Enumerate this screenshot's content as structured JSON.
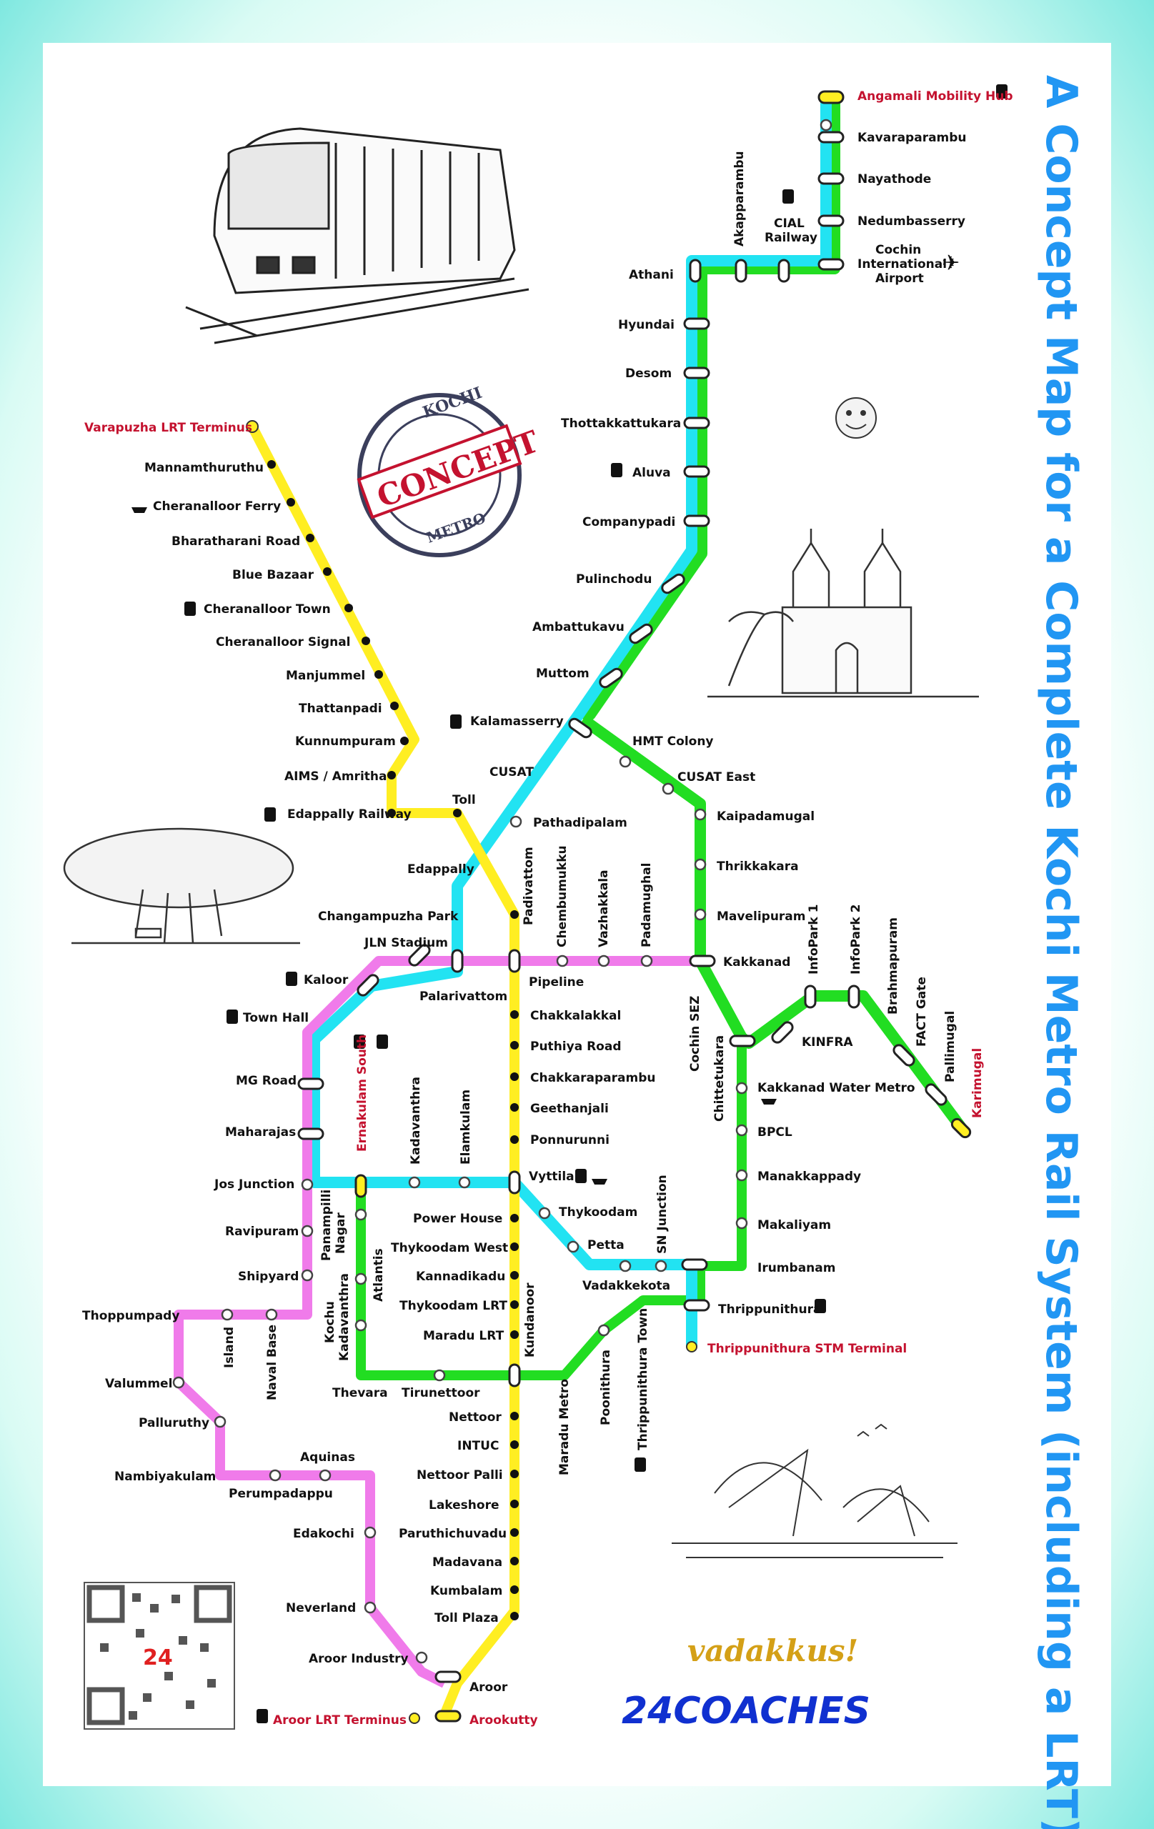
{
  "title": "A Concept Map for a Complete Kochi Metro Rail System (including a LRT)",
  "stamp": {
    "top": "KOCHI",
    "middle": "CONCEPT",
    "bottom": "METRO"
  },
  "brand": {
    "tagline": "vadakkus!",
    "logo": "24COACHES",
    "qr_mark": "24"
  },
  "colors": {
    "aqua": "#22e3f2",
    "green": "#22dd22",
    "yellow": "#ffee22",
    "pink": "#f07bea",
    "accent_red": "#c4122f",
    "title_blue": "#2196f3"
  },
  "lines": [
    {
      "id": "aqua",
      "color": "#22e3f2"
    },
    {
      "id": "green",
      "color": "#22dd22"
    },
    {
      "id": "yellow",
      "color": "#ffee22"
    },
    {
      "id": "pink",
      "color": "#f07bea"
    }
  ],
  "icons": [
    "bus-icon",
    "ferry-icon",
    "airplane-icon",
    "smiley-icon",
    "train-illustration",
    "church-illustration",
    "banyan-tree-illustration",
    "chinese-fishing-nets-illustration",
    "qr-code"
  ],
  "stations": {
    "angamali": "Angamali Mobility Hub",
    "kavaraparambu": "Kavaraparambu",
    "nayathode": "Nayathode",
    "nedumbasserry": "Nedumbasserry",
    "cochin_airport_1": "Cochin",
    "cochin_airport_2": "International",
    "cochin_airport_3": "Airport",
    "cial_1": "CIAL",
    "cial_2": "Railway",
    "akapparambu": "Akapparambu",
    "athani": "Athani",
    "hyundai": "Hyundai",
    "desom": "Desom",
    "thottakkattukara": "Thottakkattukara",
    "aluva": "Aluva",
    "companypadi": "Companypadi",
    "pulinchodu": "Pulinchodu",
    "ambattukavu": "Ambattukavu",
    "muttom": "Muttom",
    "kalamasserry": "Kalamasserry",
    "hmt_colony": "HMT Colony",
    "cusat": "CUSAT",
    "cusat_east": "CUSAT East",
    "kaipadamugal": "Kaipadamugal",
    "pathadipalam": "Pathadipalam",
    "thrikkakara": "Thrikkakara",
    "mavelipuram": "Mavelipuram",
    "edappally": "Edappally",
    "changampuzha": "Changampuzha Park",
    "padivattom": "Padivattom",
    "chembumukku": "Chembumukku",
    "vazhakkala": "Vazhakkala",
    "padamughal": "Padamughal",
    "kakkanad": "Kakkanad",
    "infopark1": "InfoPark 1",
    "infopark2": "InfoPark 2",
    "brahmapuram": "Brahmapuram",
    "fact_gate": "FACT Gate",
    "pallimugal": "Pallimugal",
    "karimugal": "Karimugal",
    "kinfra": "KINFRA",
    "cochin_sez": "Cochin SEZ",
    "chittetukara": "Chittetukara",
    "kakkanad_water_metro": "Kakkanad Water Metro",
    "bpcl": "BPCL",
    "manakkappady": "Manakkappady",
    "makaliyam": "Makaliyam",
    "irumbanam": "Irumbanam",
    "thrippunithura": "Thrippunithura",
    "thrippunithura_stm": "Thrippunithura STM Terminal",
    "jln": "JLN Stadium",
    "palarivattom": "Palarivattom",
    "pipeline": "Pipeline",
    "chakkalakkal": "Chakkalakkal",
    "puthiya_road": "Puthiya Road",
    "chakkaraparambu": "Chakkaraparambu",
    "geethanjali": "Geethanjali",
    "ponnurunni": "Ponnurunni",
    "vyttila": "Vyttila",
    "thykoodam": "Thykoodam",
    "petta": "Petta",
    "sn_junction": "SN Junction",
    "vadakkekota": "Vadakkekota",
    "kaloor": "Kaloor",
    "town_hall": "Town Hall",
    "mg_road": "MG Road",
    "maharajas": "Maharajas",
    "jos_junction": "Jos Junction",
    "ravipuram": "Ravipuram",
    "shipyard": "Shipyard",
    "thoppumpady": "Thoppumpady",
    "island": "Island",
    "naval_base": "Naval Base",
    "valummel": "Valummel",
    "palluruthy": "Palluruthy",
    "nambiyakulam": "Nambiyakulam",
    "aquinas": "Aquinas",
    "perumpadappu": "Perumpadappu",
    "edakochi": "Edakochi",
    "neverland": "Neverland",
    "aroor_industry": "Aroor Industry",
    "aroor": "Aroor",
    "arookutty": "Arookutty",
    "aroor_lrt": "Aroor LRT Terminus",
    "ernakulam_south": "Ernakulam South",
    "kadavanthra": "Kadavanthra",
    "elamkulam": "Elamkulam",
    "panampilli_1": "Panampilli",
    "panampilli_2": "Nagar",
    "atlantis": "Atlantis",
    "kochu_kad_1": "Kochu",
    "kochu_kad_2": "Kadavanthra",
    "thevara": "Thevara",
    "tirunettoor": "Tirunettoor",
    "power_house": "Power House",
    "thykoodam_west": "Thykoodam West",
    "kannadikadu": "Kannadikadu",
    "thykoodam_lrt": "Thykoodam LRT",
    "maradu_lrt": "Maradu LRT",
    "kundanoor": "Kundanoor",
    "maradu_metro": "Maradu Metro",
    "poonithura": "Poonithura",
    "thrippunithura_town": "Thrippunithura Town",
    "nettoor": "Nettoor",
    "intuc": "INTUC",
    "nettoor_palli": "Nettoor Palli",
    "lakeshore": "Lakeshore",
    "paruthichuvadu": "Paruthichuvadu",
    "madavana": "Madavana",
    "kumbalam": "Kumbalam",
    "toll_plaza": "Toll Plaza",
    "varapuzha": "Varapuzha LRT Terminus",
    "mannamthuruthu": "Mannamthuruthu",
    "cheranalloor_ferry": "Cheranalloor Ferry",
    "bharatharani": "Bharatharani Road",
    "blue_bazaar": "Blue Bazaar",
    "cheranalloor_town": "Cheranalloor Town",
    "cheranalloor_signal": "Cheranalloor Signal",
    "manjummel": "Manjummel",
    "thattanpadi": "Thattanpadi",
    "kunnumpuram": "Kunnumpuram",
    "aims": "AIMS / Amritha",
    "edappally_railway": "Edappally Railway",
    "toll": "Toll"
  }
}
